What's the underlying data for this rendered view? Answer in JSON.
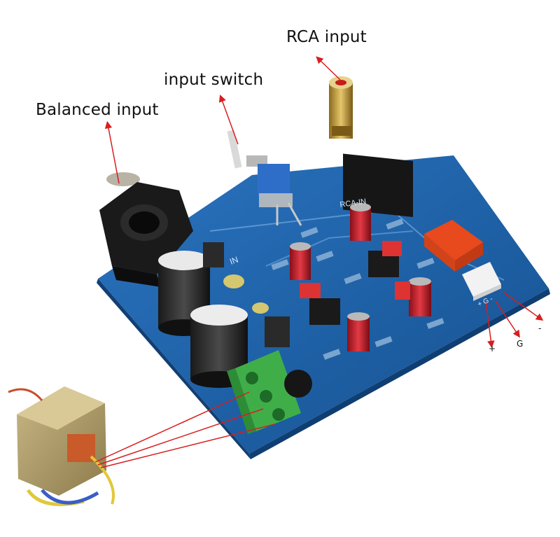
{
  "callouts": {
    "rca_input": "RCA input",
    "input_switch": "input switch",
    "balanced_input": "Balanced input"
  },
  "pins": {
    "plus": "+",
    "ground": "G",
    "minus": "-"
  },
  "silkscreen": {
    "rca_in": "RCA-IN",
    "in": "IN",
    "pin_labels": "+ G -"
  },
  "colors": {
    "pcb_blue": "#1d5fa8",
    "callout_red": "#d81e1e",
    "terminal_green": "#3fae49",
    "relay_orange": "#e8491d",
    "capacitor_red": "#c8202b"
  }
}
